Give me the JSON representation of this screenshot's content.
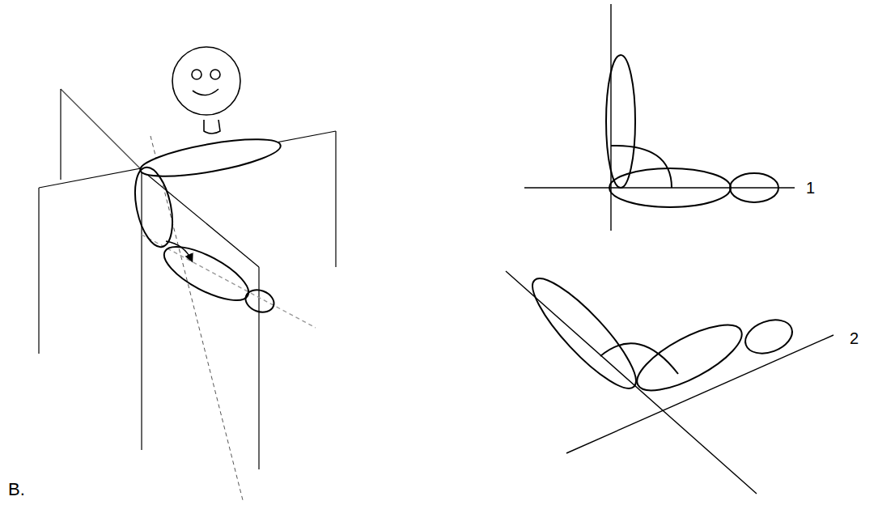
{
  "diagram": {
    "labels": [
      "B.",
      "1",
      "2"
    ]
  }
}
